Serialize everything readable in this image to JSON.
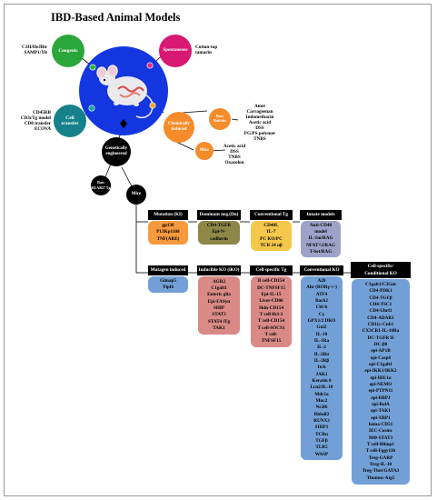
{
  "title": "IBD-Based Animal Models",
  "center_node": {
    "image": "mouse-icon"
  },
  "nodes": {
    "congenic": {
      "label": "Congenic",
      "examples": [
        "C3H/HeJBir",
        "SAMP1/Yit"
      ]
    },
    "spontaneous": {
      "label": "Spontaneous",
      "examples": [
        "Cotton-top",
        "tamarin"
      ]
    },
    "cell_transfer": {
      "label": [
        "Cell",
        "transfer"
      ],
      "examples": [
        "CD45RB",
        "CD3ɛTg model",
        "CD8 transfer",
        "ECOVA"
      ]
    },
    "chemically_induced": {
      "label": [
        "Chemically",
        "induced"
      ]
    },
    "rats_rabbits": {
      "label": [
        "Rats",
        "Rabbits"
      ],
      "examples": [
        "Amet",
        "Carrageenan",
        "Indomethacin",
        "Acetic acid",
        "DSS",
        "PG/PS polymer",
        "TNBS"
      ]
    },
    "mice_chem": {
      "label": "Mice",
      "examples": [
        "Acetic acid",
        "DSS",
        "TNBS",
        "Oxazolon"
      ]
    },
    "genetically_engineered": {
      "label": [
        "Genetically",
        "engineered"
      ]
    },
    "rats_tg": {
      "label": [
        "Rats",
        "HLAB27 Tg"
      ]
    },
    "mice_gen": {
      "label": "Mice"
    }
  },
  "categories": [
    {
      "key": "mutation",
      "header": "Mutation (KI)",
      "items": [
        "gp130",
        "P13Kp110δ",
        "TNF(ARE)"
      ]
    },
    {
      "key": "dominant",
      "header": "Dominant neg.(Dn)",
      "items": [
        "CD4-TGFR",
        "Epi-N-",
        "cadherin"
      ]
    },
    {
      "key": "conv_tg",
      "header": "Conventional Tg",
      "items": [
        "CD40L",
        "IL-7",
        "PC KO/PC",
        "TCR 24 αβ"
      ]
    },
    {
      "key": "innate",
      "header": "Innate models",
      "items": [
        "Anti-CD40",
        "model",
        "IL-1m/RAG",
        "NFAT×2/RAG",
        "T-bet/RAG"
      ]
    },
    {
      "key": "mutagen",
      "header": "Mutagen induced",
      "items": [
        "Gimap5",
        "Yipf6"
      ]
    },
    {
      "key": "inducible",
      "header": "Inducible KO (iKO)",
      "items": [
        "AGR2",
        "C1galt1",
        "Enteric glia",
        "Epi-FASyn",
        "SHIP",
        "STAT3",
        "STAT4 iTg",
        "TAK1"
      ]
    },
    {
      "key": "cell_tg",
      "header": "Cell specific Tg",
      "items": [
        "B cell-CD154",
        "DC-TNFSF15",
        "Epi-IL-15",
        "Liver-CD86",
        "Skin-CD154",
        "T cell-Bcl-3",
        "T cell-CD154",
        "T cell-SOCS1",
        "T cell-",
        "TNFSF15"
      ]
    },
    {
      "key": "conv_ko",
      "header": "Conventional KO",
      "items": [
        "A20",
        "Ahr (RORγ+/-)",
        "ATF4",
        "Bach2",
        "Cbl-b",
        "Cγ",
        "GPX1/2 DKO",
        "Gαi2",
        "IL-10",
        "IL-1Ra",
        "IL-2",
        "IL-2Rα",
        "IL-2Rβ",
        "Itch",
        "JAK1",
        "Keratin 8",
        "Lcn2/IL-10",
        "Mdr1a",
        "Muc2",
        "Nr2f6",
        "Rbbdf2",
        "RUNX3",
        "SHIP1",
        "TCRα",
        "TGFβ",
        "TLR5",
        "WASP"
      ]
    },
    {
      "key": "cell_cond",
      "header": "Cell-specific/",
      "header2": "Conditional KO",
      "items": [
        "C1galt1/C3Gnt",
        "CD4-PDK1",
        "CD4-TGFβ",
        "CD4-TSC1",
        "CD4-Uhrf1",
        "CD4-ADAR1",
        "CD11c-Cnb1",
        "CX3CR1-IL-10Ra",
        "DC-TGFR II",
        "DC-β8",
        "epi-AP1B",
        "epi-Casp8",
        "epi-C1galt1",
        "epi-IKK1/IKK2",
        "epi-IRE1α",
        "epi-NEMO",
        "epi-PTPN11",
        "epi-RBPJ",
        "epi-RelA",
        "epi-TAK1",
        "epi-XBP1",
        "hema-CD51",
        "IEC-Cosmc",
        "MΦ-STAT3",
        "T cell-Blimp1",
        "T cell-Fggy11b",
        "Treg-GARP",
        "Treg-IL-10",
        "Treg-Tbet/GATA3",
        "Thumus-Atg5"
      ]
    }
  ],
  "colors": {
    "center": "#1436e0",
    "congenic": "#2aa63a",
    "spontaneous": "#d81873",
    "cell_transfer": "#16818a",
    "chemical": "#f58c2b",
    "node_black": "#000000",
    "dot_green": "#2ab72c",
    "dot_pink": "#e0307e",
    "dot_teal": "#1f9fa8",
    "dot_orange": "#f5a623"
  }
}
